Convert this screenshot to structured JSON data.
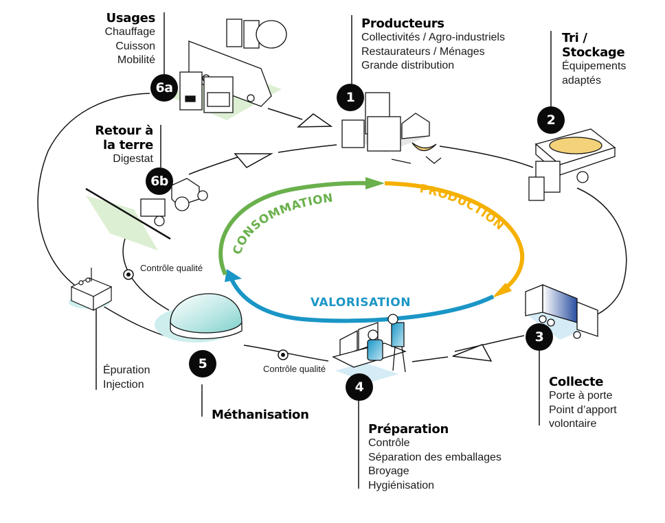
{
  "diagram": {
    "title": "Cycle de valorisation des biodéchets",
    "cycle": {
      "segments": [
        {
          "label": "PRODUCTION",
          "color": "#F5B000"
        },
        {
          "label": "VALORISATION",
          "color": "#1A96C6"
        },
        {
          "label": "CONSOMMATION",
          "color": "#6AB04C"
        }
      ]
    },
    "steps": [
      {
        "badge": "1",
        "title": "Producteurs",
        "lines": [
          "Collectivités / Agro-industriels",
          "Restaurateurs / Ménages",
          "Grande distribution"
        ],
        "icon": "factory-buildings-and-food-waste-icon"
      },
      {
        "badge": "2",
        "title_lines": [
          "Tri /",
          "Stockage"
        ],
        "lines": [
          "Équipements",
          "adaptés"
        ],
        "icon": "waste-bins-and-trailer-icon"
      },
      {
        "badge": "3",
        "title": "Collecte",
        "lines": [
          "Porte à porte",
          "Point d’apport",
          "volontaire"
        ],
        "icon": "garbage-truck-icon"
      },
      {
        "badge": "4",
        "title": "Préparation",
        "lines": [
          "Contrôle",
          "Séparation des emballages",
          "Broyage",
          "Hygiénisation"
        ],
        "icon": "control-room-operators-icon"
      },
      {
        "badge": "5",
        "title": "Méthanisation",
        "lines": [],
        "icon": "digester-dome-icon"
      },
      {
        "badge": "6a",
        "title": "Usages",
        "lines": [
          "Chauffage",
          "Cuisson",
          "Mobilité"
        ],
        "icon": "boiler-stove-bus-gas-station-icon"
      },
      {
        "badge": "6b",
        "title_lines": [
          "Retour à",
          "la terre"
        ],
        "lines": [
          "Digestat"
        ],
        "icon": "tractor-spreader-icon"
      }
    ],
    "extra_labels": {
      "epuration": [
        "Épuration",
        "Injection"
      ],
      "controle_qualite_1": [
        "Contrôle",
        "qualité"
      ],
      "controle_qualite_2": [
        "Contrôle",
        "qualité"
      ]
    },
    "colors": {
      "badge": "#0A0A0A",
      "line": "#111111",
      "green": "#6AB04C",
      "orange": "#F5B000",
      "blue": "#1A96C6",
      "teal_dome": "#9ED9D6",
      "light_green_shadow": "#DDEFD3",
      "light_blue_shadow": "#D5ECF6",
      "truck_blue": "#2A4FA0"
    }
  }
}
